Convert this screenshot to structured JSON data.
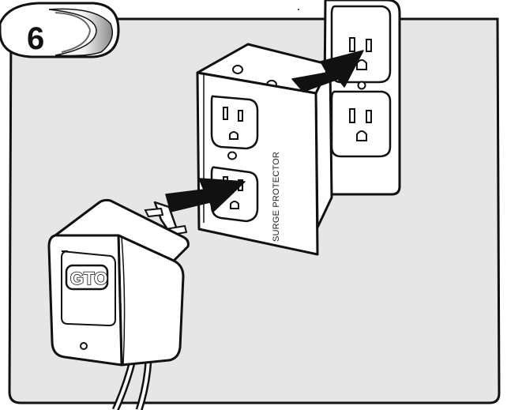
{
  "step": {
    "number": "6"
  },
  "labels": {
    "surge_protector": "SURGE PROTECTOR",
    "adapter_logo": "GTO"
  },
  "colors": {
    "panel_fill": "#e6e6e6",
    "outline": "#111111",
    "arrow": "#111111",
    "device_fill": "#ffffff"
  }
}
